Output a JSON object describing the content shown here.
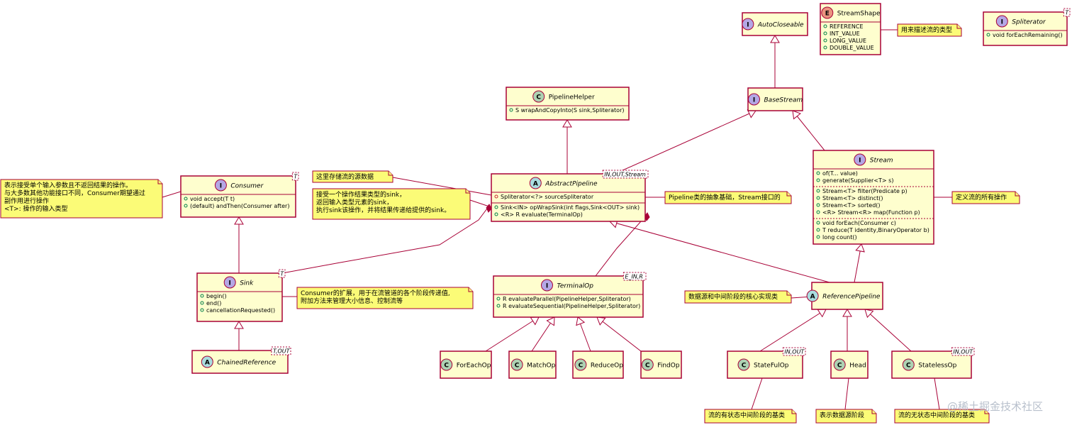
{
  "classes": {
    "auto_closeable": {
      "name": "AutoCloseable",
      "stereo": "I"
    },
    "base_stream": {
      "name": "BaseStream",
      "stereo": "I"
    },
    "stream_shape": {
      "name": "StreamShape",
      "stereo": "E",
      "members": [
        "REFERENCE",
        "INT_VALUE",
        "LONG_VALUE",
        "DOUBLE_VALUE"
      ]
    },
    "spliterator": {
      "name": "Spliterator",
      "stereo": "I",
      "type_param": "T",
      "members": [
        "void forEachRemaining()"
      ]
    },
    "pipeline_helper": {
      "name": "PipelineHelper",
      "stereo": "C",
      "members": [
        "S wrapAndCopyInto(S sink,Spliterator)"
      ]
    },
    "abstract_pipeline": {
      "name": "AbstractPipeline",
      "stereo": "A",
      "type_param": "IN,OUT,Stream",
      "fields": [
        "Spliterator<?> sourceSpliterator"
      ],
      "methods": [
        "Sink<IN> opWrapSink(int flags,Sink<OUT> sink)",
        "<R> R evaluate(TerminalOp)"
      ]
    },
    "stream": {
      "name": "Stream",
      "stereo": "I",
      "group1": [
        "of(T... value)",
        "generate(Supplier<T> s)"
      ],
      "group2": [
        "Stream<T> filter(Predicate p)",
        "Stream<T> distinct()",
        "Stream<T> sorted()",
        "<R> Stream<R> map(Function p)"
      ],
      "group3": [
        "void forEach(Consumer c)",
        "T reduce(T identity,BinaryOperator b)",
        "long count()"
      ]
    },
    "consumer": {
      "name": "Consumer",
      "stereo": "I",
      "type_param": "T",
      "members": [
        "void accept(T t)",
        "(default) andThen(Consumer after)"
      ]
    },
    "sink": {
      "name": "Sink",
      "stereo": "I",
      "type_param": "T",
      "members": [
        "begin()",
        "end()",
        "cancellationRequested()"
      ]
    },
    "chained_reference": {
      "name": "ChainedReference",
      "stereo": "A",
      "type_param": "T,OUT"
    },
    "terminal_op": {
      "name": "TerminalOp",
      "stereo": "I",
      "type_param": "E_IN,R",
      "members": [
        "R evaluateParallel(PipelineHelper,Spliterator)",
        "R evaluateSequential(PipelineHelper,Spliterator)"
      ]
    },
    "for_each_op": {
      "name": "ForEachOp",
      "stereo": "C"
    },
    "match_op": {
      "name": "MatchOp",
      "stereo": "C"
    },
    "reduce_op": {
      "name": "ReduceOp",
      "stereo": "C"
    },
    "find_op": {
      "name": "FindOp",
      "stereo": "C"
    },
    "reference_pipeline": {
      "name": "ReferencePipeline",
      "stereo": "A"
    },
    "state_ful_op": {
      "name": "StateFulOp",
      "stereo": "C",
      "type_param": "IN,OUT"
    },
    "head": {
      "name": "Head",
      "stereo": "C"
    },
    "stateless_op": {
      "name": "StatelessOp",
      "stereo": "C",
      "type_param": "IN,OUT"
    }
  },
  "notes": {
    "stream_shape_note": [
      "用来描述流的类型"
    ],
    "consumer_note": [
      "表示接受单个输入参数且不返回结果的操作。",
      "与大多数其他功能接口不同，Consumer期望通过",
      "副作用进行操作",
      "<T>: 操作的输入类型"
    ],
    "source_note": [
      "这里存储流的源数据"
    ],
    "opwrap_note": [
      "接受一个操作结果类型的sink，",
      "返回输入类型元素的sink，",
      "执行sink该操作，并将结果传递给提供的sink。"
    ],
    "pipeline_note": [
      "Pipeline类的抽象基础，Stream接口的"
    ],
    "stream_note": [
      "定义流的所有操作"
    ],
    "sink_note": [
      "Consumer的扩展，用于在流管道的各个阶段传递值,",
      "附加方法来管理大小信息、控制流等"
    ],
    "ref_pipeline_note": [
      "数据源和中间阶段的核心实现类"
    ],
    "stateful_note": [
      "流的有状态中间阶段的基类"
    ],
    "head_note": [
      "表示数据源阶段"
    ],
    "stateless_note": [
      "流的无状态中间阶段的基类"
    ]
  },
  "watermark": "@稀土掘金技术社区",
  "colors": {
    "class_fill": "#FEFECE",
    "border": "#A80036",
    "note_fill": "#FBFB77",
    "interface": "#B4A7E5",
    "class": "#ADD1B2",
    "abstract": "#A9DCDF",
    "enum": "#EB937F"
  }
}
